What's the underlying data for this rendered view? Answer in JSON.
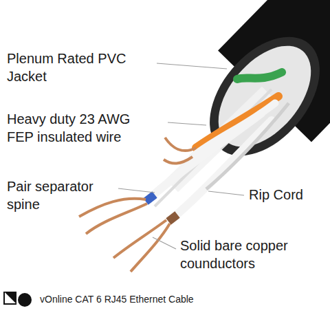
{
  "diagram": {
    "caption": "vOnline CAT 6 RJ45 Ethernet Cable",
    "labels": [
      "Plenum Rated PVC Jacket",
      "Heavy duty 23 AWG FEP insulated wire",
      "Pair separator spine",
      "Rip Cord",
      "Solid bare copper counductors"
    ]
  }
}
